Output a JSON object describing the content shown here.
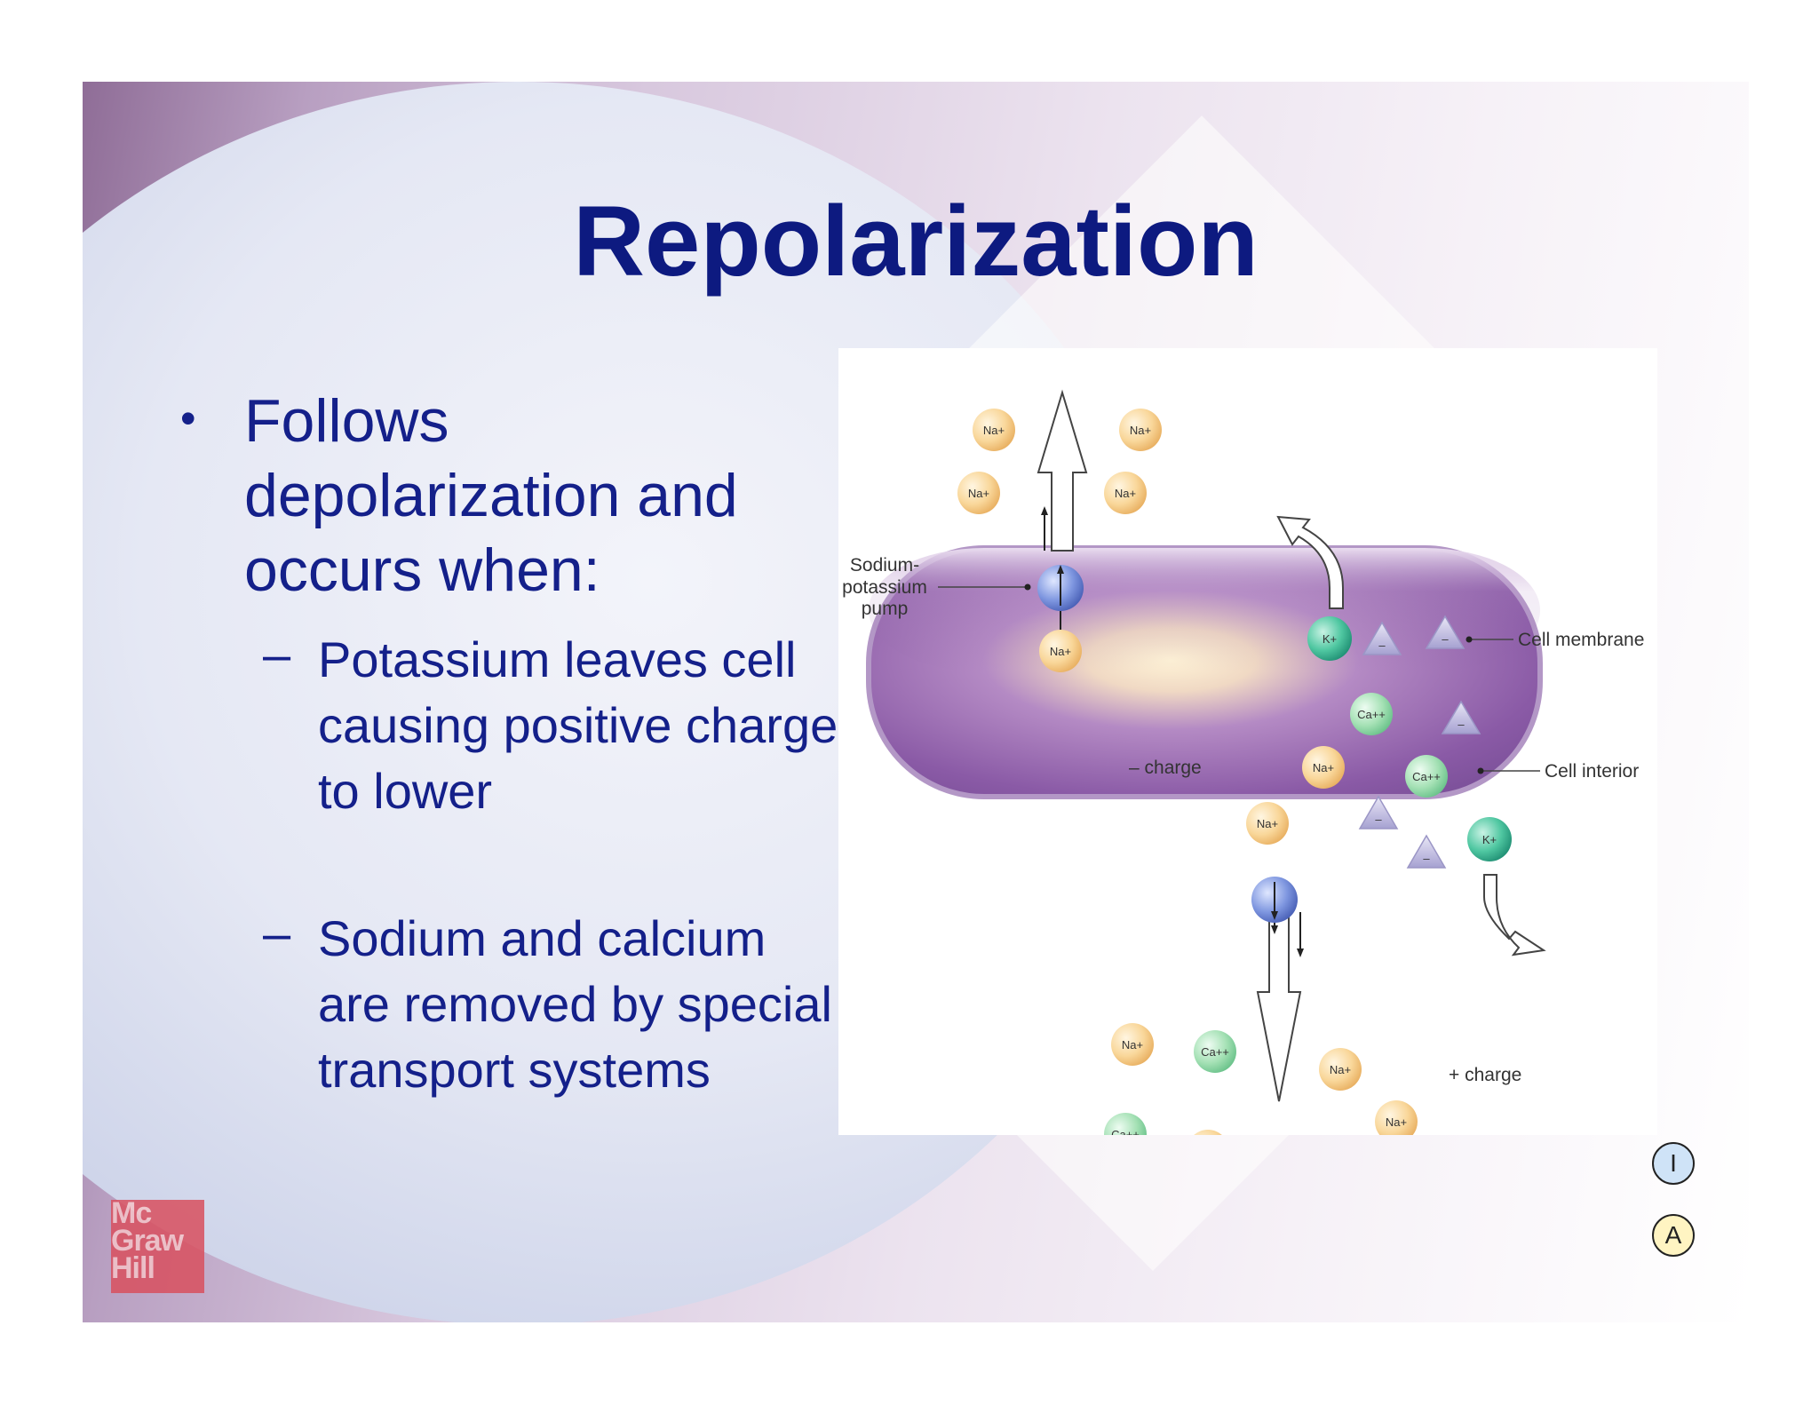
{
  "slide": {
    "title": "Repolarization",
    "bullet": "Follows depolarization and occurs when:",
    "subbullets": [
      "Potassium leaves cell causing positive charge to lower",
      "Sodium and calcium are removed by special transport systems"
    ],
    "logo_text": [
      "Mc",
      "Graw",
      "Hill"
    ]
  },
  "figure": {
    "labels": {
      "pump": [
        "Sodium-",
        "potassium",
        "pump"
      ],
      "cell_membrane": "Cell membrane",
      "cell_interior": "Cell interior",
      "neg_charge": "– charge",
      "pos_charge": "+ charge"
    },
    "ion_na": "Na+",
    "ion_k": "K+",
    "ion_ca": "Ca++",
    "anion": "–"
  },
  "corner_icons": {
    "info": "I",
    "audio": "A"
  },
  "colors": {
    "title": "#0d1a80",
    "text": "#14208a",
    "sodium_ion": "#f7cc8a",
    "calcium_ion": "#8fd7a6",
    "potassium_ion": "#3fb894",
    "cell_body": "#9a6fb0"
  }
}
